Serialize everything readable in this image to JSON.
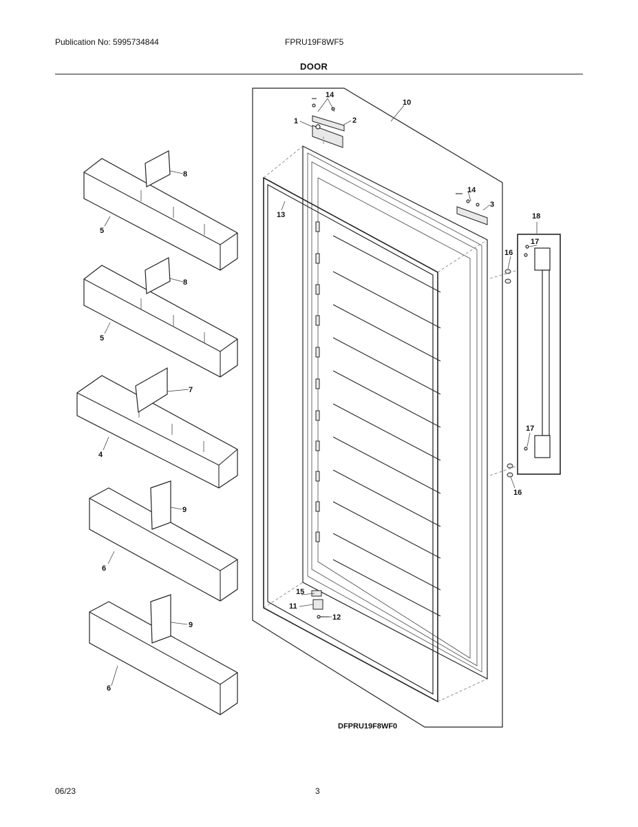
{
  "header": {
    "publication": "Publication No: 5995734844",
    "model": "FPRU19F8WF5",
    "title": "DOOR"
  },
  "footer": {
    "date": "06/23",
    "page": "3"
  },
  "diagram": {
    "reference_code": "DFPRU19F8WF0",
    "callouts": {
      "c1": "1",
      "c2": "2",
      "c3": "3",
      "c4": "4",
      "c5a": "5",
      "c5b": "5",
      "c6a": "6",
      "c6b": "6",
      "c7": "7",
      "c8a": "8",
      "c8b": "8",
      "c9a": "9",
      "c9b": "9",
      "c10": "10",
      "c11": "11",
      "c12": "12",
      "c13": "13",
      "c14a": "14",
      "c14b": "14",
      "c15": "15",
      "c16a": "16",
      "c16b": "16",
      "c17a": "17",
      "c17b": "17",
      "c18": "18"
    }
  }
}
